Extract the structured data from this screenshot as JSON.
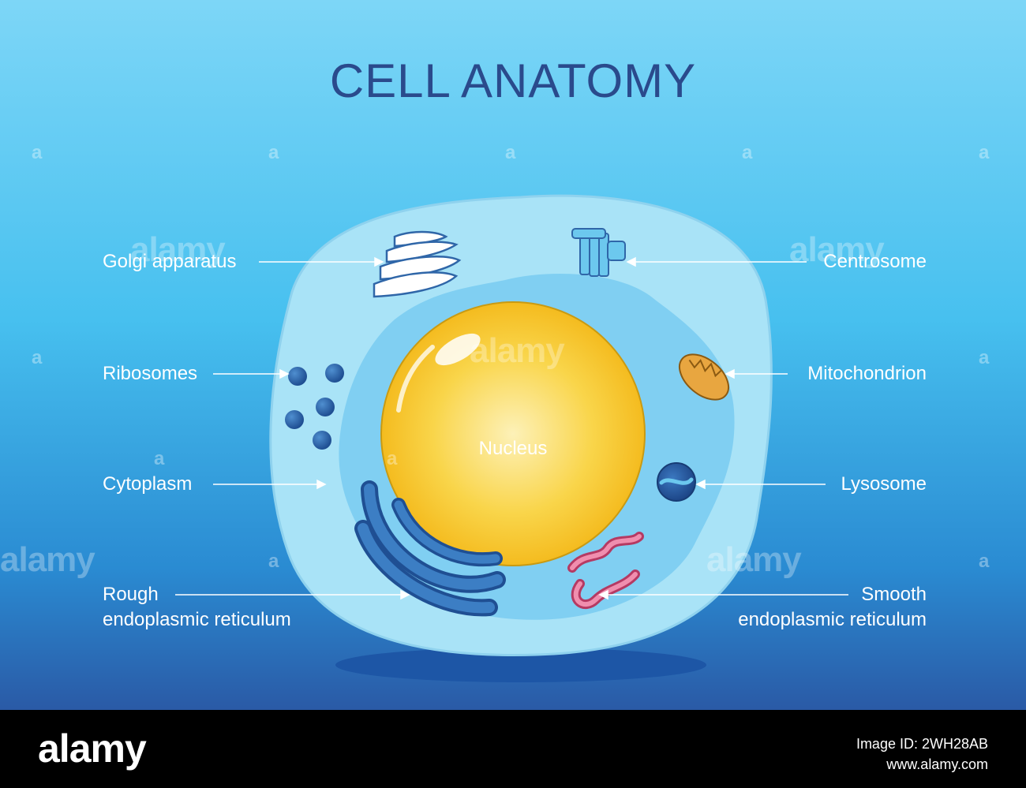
{
  "title": "CELL ANATOMY",
  "labels": {
    "golgi": "Golgi apparatus",
    "ribosomes": "Ribosomes",
    "cytoplasm": "Cytoplasm",
    "rough_er_line1": "Rough",
    "rough_er_line2": "endoplasmic reticulum",
    "centrosome": "Centrosome",
    "mitochondrion": "Mitochondrion",
    "lysosome": "Lysosome",
    "smooth_er_line1": "Smooth",
    "smooth_er_line2": "endoplasmic reticulum",
    "nucleus": "Nucleus"
  },
  "watermark": "alamy",
  "watermark_mark": "a",
  "footer": {
    "logo": "alamy",
    "image_id": "Image ID: 2WH28AB",
    "site": "www.alamy.com"
  },
  "colors": {
    "background_top": "#7dd6f7",
    "background_bottom": "#2a5aa6",
    "cell": "#a9e3f7",
    "inner_cytoplasm": "#80cff2",
    "nucleus": "#f7c21a",
    "organelle_blue": "#2f66a8",
    "mitochondrion": "#e8a640",
    "smooth_er": "#e25a86",
    "title": "#2a4a8c"
  }
}
